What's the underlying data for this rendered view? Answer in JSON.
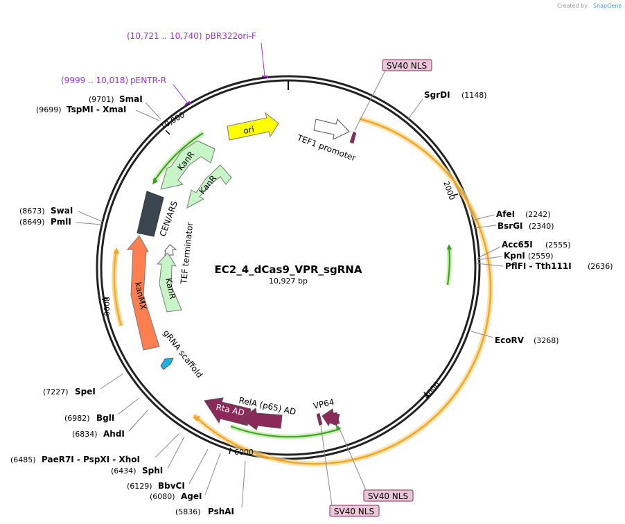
{
  "header": {
    "credit_prefix": "Created by",
    "credit_brand": "SnapGene"
  },
  "plasmid": {
    "name": "EC2_4_dCas9_VPR_sgRNA",
    "size_label": "10,927 bp"
  },
  "primers": [
    {
      "range": "(10,721 .. 10,740)",
      "name": "pBR322ori-F"
    },
    {
      "range": "(9999 .. 10,018)",
      "name": "pENTR-R"
    }
  ],
  "sites_right": [
    {
      "name": "SgrDI",
      "pos": "(1148)"
    },
    {
      "name": "AfeI",
      "pos": "(2242)"
    },
    {
      "name": "BsrGI",
      "pos": "(2340)"
    },
    {
      "name": "Acc65I",
      "pos": "(2555)"
    },
    {
      "name": "KpnI",
      "pos": "(2559)"
    },
    {
      "name": "PflFI  -  Tth111I",
      "pos": "(2636)"
    },
    {
      "name": "EcoRV",
      "pos": "(3268)"
    }
  ],
  "sites_left": [
    {
      "name": "SmaI",
      "pos": "(9701)"
    },
    {
      "name": "TspMI  -  XmaI",
      "pos": "(9699)"
    },
    {
      "name": "SwaI",
      "pos": "(8673)"
    },
    {
      "name": "PmlI",
      "pos": "(8649)"
    },
    {
      "name": "SpeI",
      "pos": "(7227)"
    },
    {
      "name": "BglI",
      "pos": "(6982)"
    },
    {
      "name": "AhdI",
      "pos": "(6834)"
    },
    {
      "name": "PaeR7I  -  PspXI  -  XhoI",
      "pos": "(6485)"
    },
    {
      "name": "SphI",
      "pos": "(6434)"
    },
    {
      "name": "BbvCI",
      "pos": "(6129)"
    },
    {
      "name": "AgeI",
      "pos": "(6080)"
    },
    {
      "name": "PshAI",
      "pos": "(5836)"
    }
  ],
  "features": {
    "ori": "ori",
    "tef1_promoter": "TEF1 promoter",
    "kanr_outer": "KanR",
    "kanr_inner": "KanR",
    "cen_ars": "CEN/ARS",
    "tef_terminator": "TEF terminator",
    "kanmx": "kanMX",
    "kanr_bottom": "KanR",
    "grna_scaffold": "gRNA scaffold",
    "rela_ad": "RelA (p65) AD",
    "rta_ad": "Rta AD",
    "vp64": "VP64"
  },
  "nls_boxes": [
    "SV40 NLS",
    "SV40 NLS",
    "SV40 NLS"
  ],
  "ticks": [
    "2000",
    "4000",
    "6000",
    "8000",
    "10,000"
  ],
  "colors": {
    "ori": "#ffff00",
    "kanr": "#c8f5c8",
    "cen_ars": "#3c4650",
    "kanmx": "#ff7f50",
    "grna": "#1ab2e8",
    "vpr_domain": "#8b2a5a",
    "nls_box": "#e8c8d8",
    "primer": "#9b30d9",
    "orf_orange": "#f5a623",
    "orf_green": "#4caf50"
  }
}
